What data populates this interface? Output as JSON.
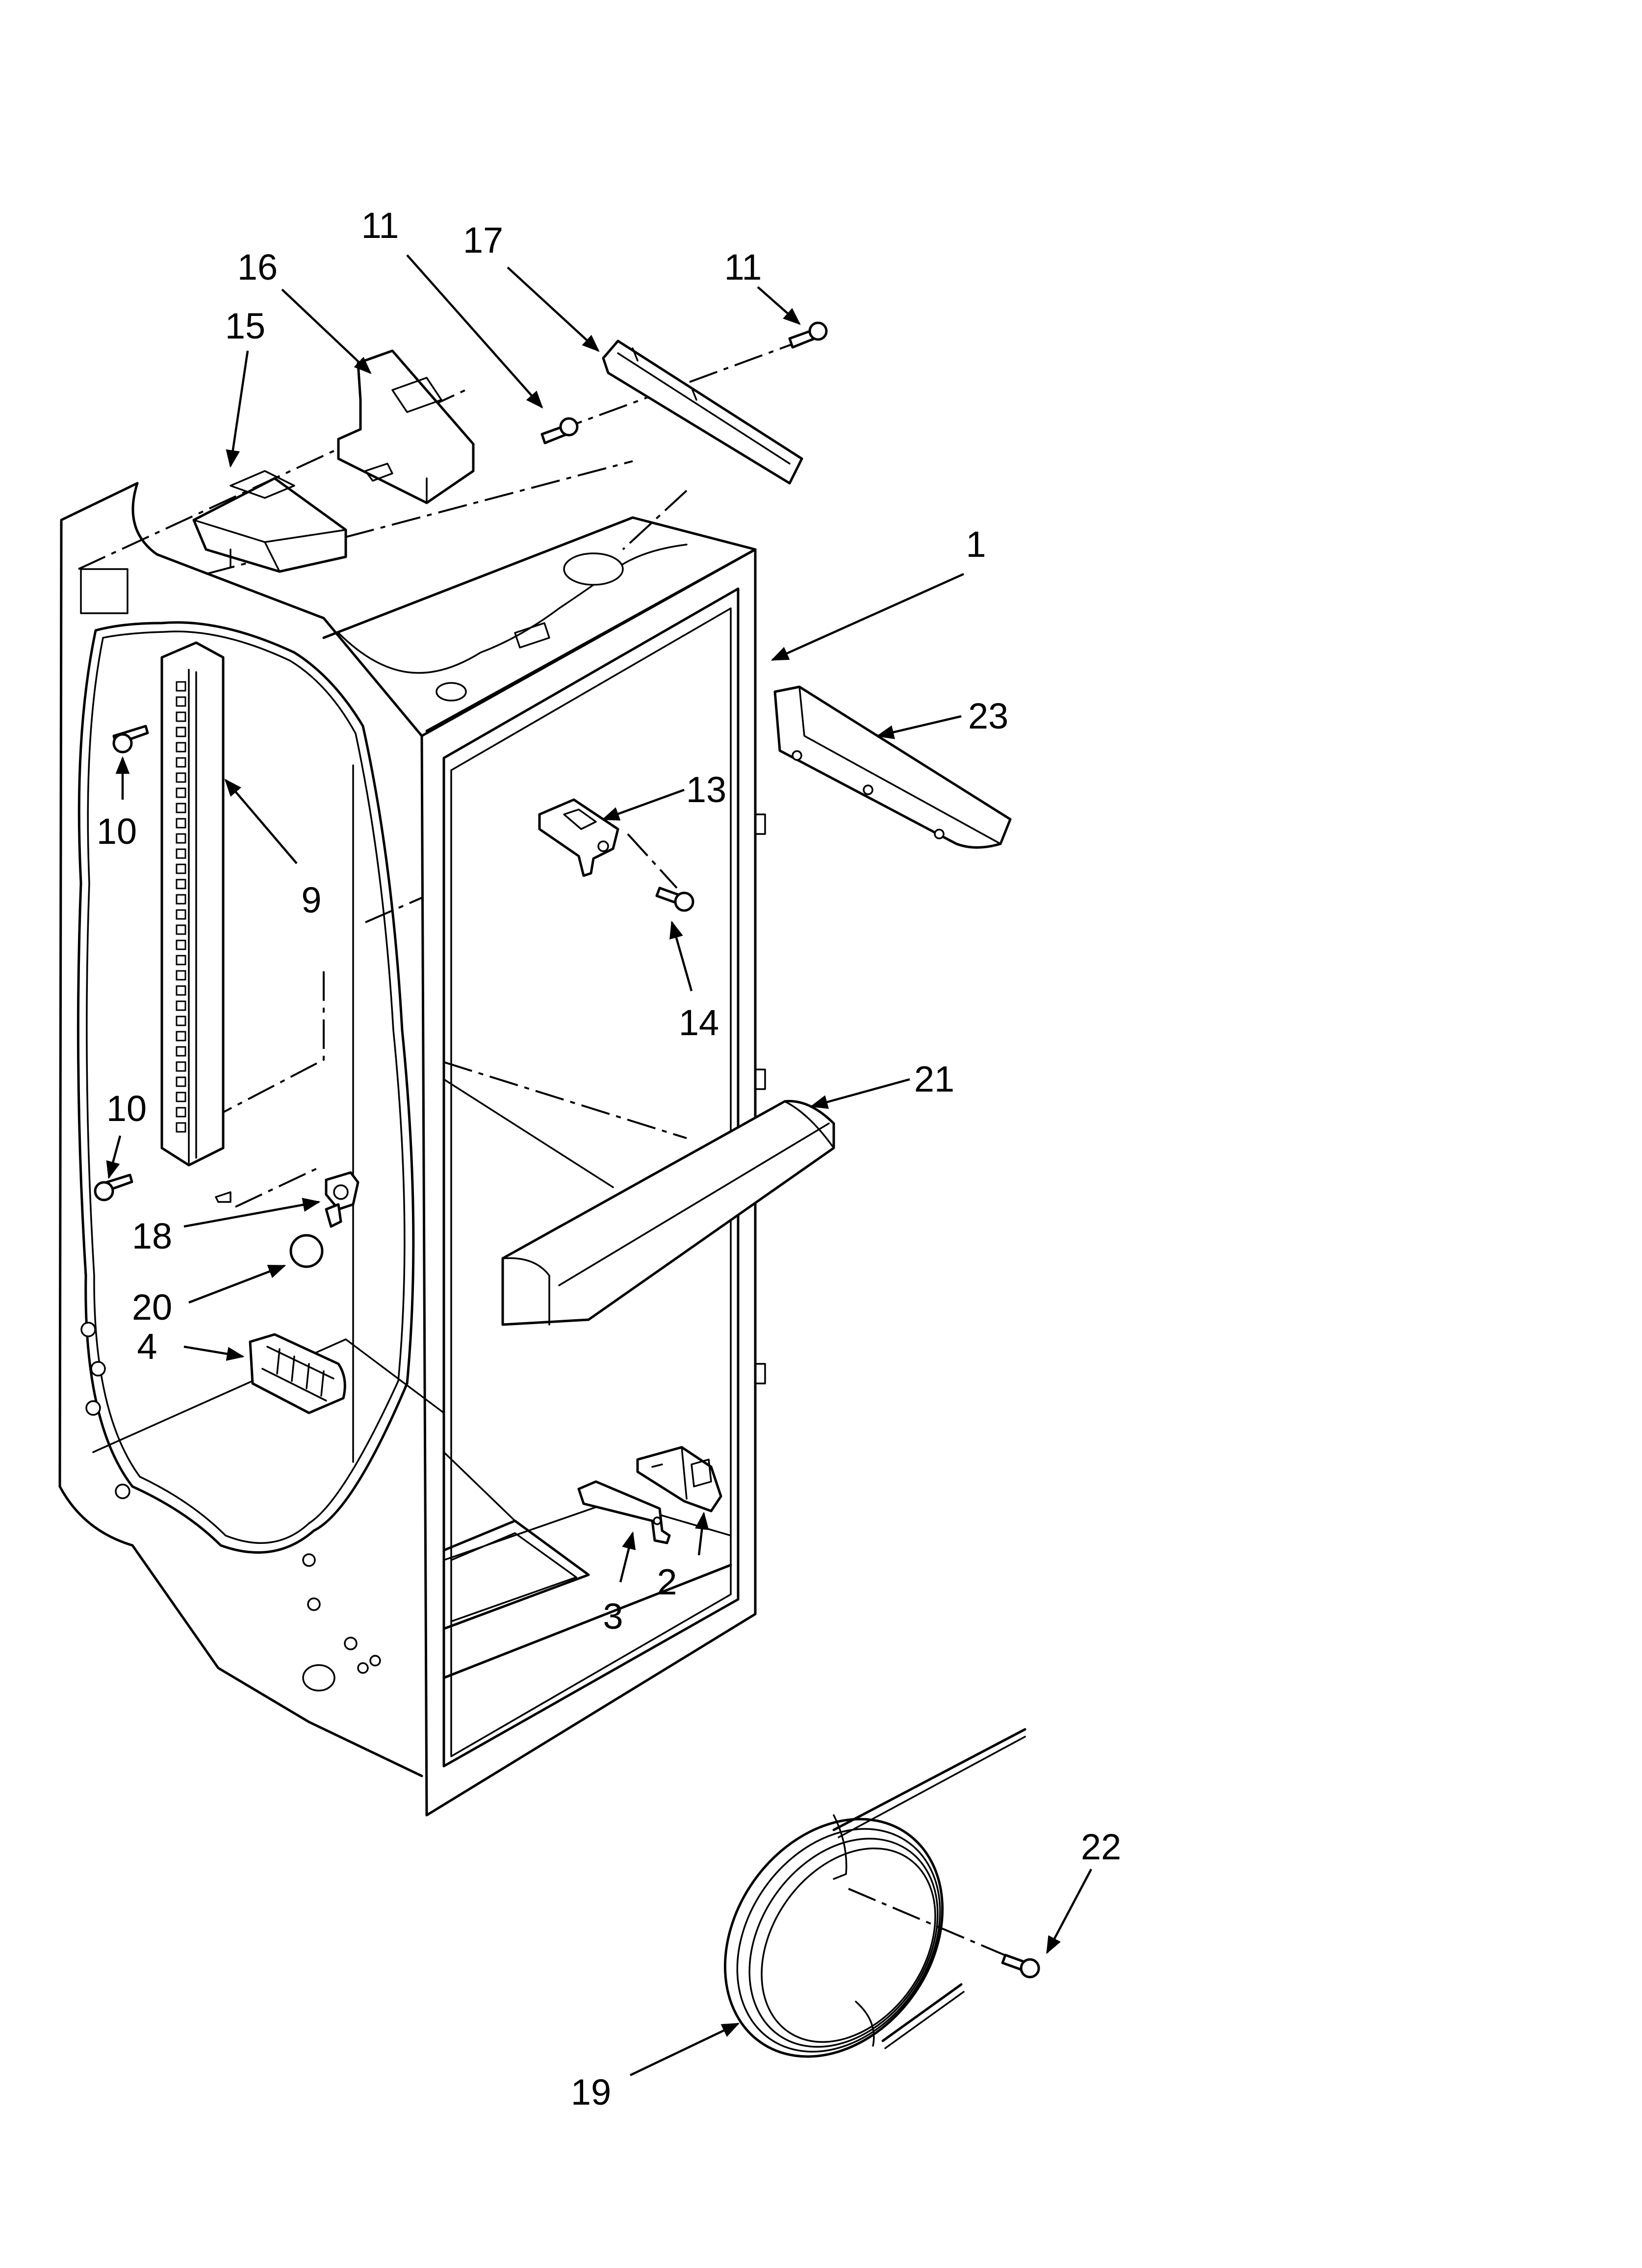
{
  "callouts": [
    {
      "label": "1"
    },
    {
      "label": "2"
    },
    {
      "label": "3"
    },
    {
      "label": "4"
    },
    {
      "label": "9"
    },
    {
      "label": "10"
    },
    {
      "label": "10"
    },
    {
      "label": "11"
    },
    {
      "label": "11"
    },
    {
      "label": "13"
    },
    {
      "label": "14"
    },
    {
      "label": "15"
    },
    {
      "label": "16"
    },
    {
      "label": "17"
    },
    {
      "label": "18"
    },
    {
      "label": "19"
    },
    {
      "label": "20"
    },
    {
      "label": "21"
    },
    {
      "label": "22"
    },
    {
      "label": "23"
    }
  ]
}
